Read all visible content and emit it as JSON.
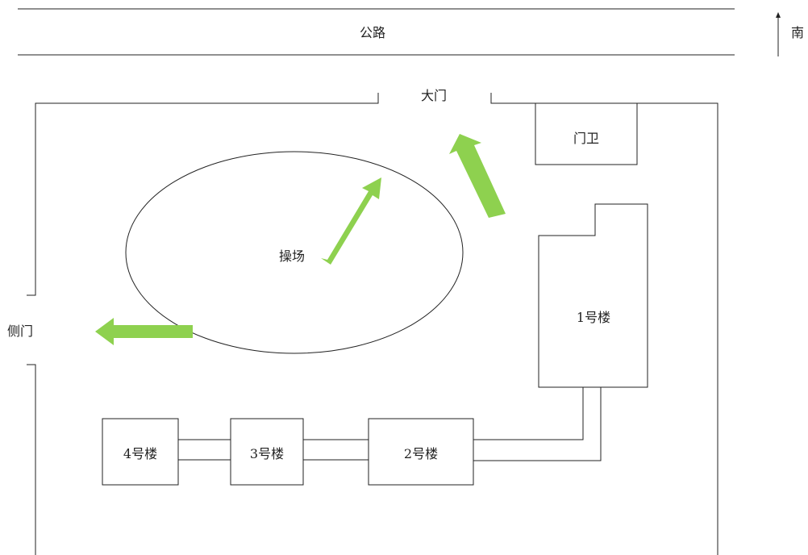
{
  "road": {
    "label": "公路"
  },
  "compass": {
    "label": "南"
  },
  "gates": {
    "main": "大门",
    "side": "侧门"
  },
  "guardhouse": {
    "label": "门卫"
  },
  "playground": {
    "label": "操场"
  },
  "buildings": [
    {
      "id": "1",
      "label": "1号楼"
    },
    {
      "id": "2",
      "label": "2号楼"
    },
    {
      "id": "3",
      "label": "3号楼"
    },
    {
      "id": "4",
      "label": "4号楼"
    }
  ],
  "colors": {
    "line": "#222222",
    "arrow": "#8ed14f"
  }
}
